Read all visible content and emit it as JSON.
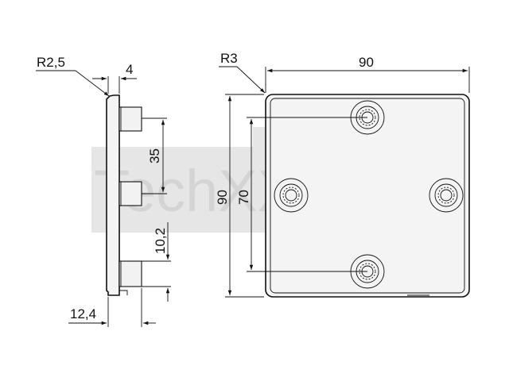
{
  "watermark": {
    "brand": "TechXXL"
  },
  "side_view": {
    "radius_label": "R2,5",
    "thickness_label": "4",
    "spacing_label": "35",
    "boss_label": "10,2",
    "depth_label": "12,4"
  },
  "front_view": {
    "radius_label": "R3",
    "width_label": "90",
    "height_label": "90",
    "hole_spacing_label": "70"
  }
}
